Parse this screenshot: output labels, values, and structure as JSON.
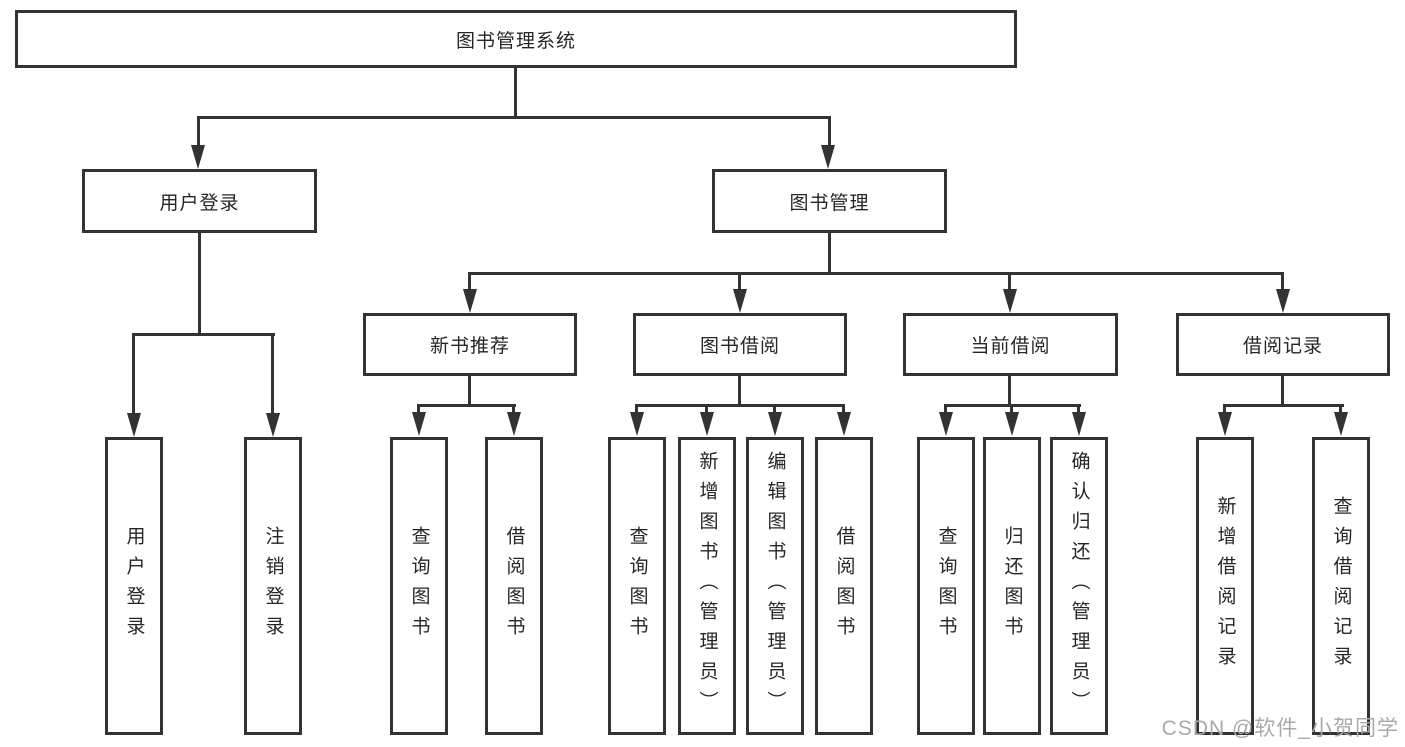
{
  "root": {
    "label": "图书管理系统"
  },
  "nodes": {
    "user_login": "用户登录",
    "book_management": "图书管理",
    "new_book_recommend": "新书推荐",
    "book_borrow": "图书借阅",
    "current_borrow": "当前借阅",
    "borrow_records": "借阅记录"
  },
  "leaves": {
    "login": [
      "用户登录",
      "注销登录"
    ],
    "recommend": [
      "查询图书",
      "借阅图书"
    ],
    "borrow": [
      "查询图书",
      "新增图书（管理员）",
      "编辑图书（管理员）",
      "借阅图书"
    ],
    "current": [
      "查询图书",
      "归还图书",
      "确认归还（管理员）"
    ],
    "records": [
      "新增借阅记录",
      "查询借阅记录"
    ]
  },
  "watermark": "CSDN @软件_小贺同学",
  "colors": {
    "line": "#333333",
    "box_border": "#333333",
    "text": "#262626",
    "watermark": "#a9a9a9",
    "background": "#ffffff"
  }
}
